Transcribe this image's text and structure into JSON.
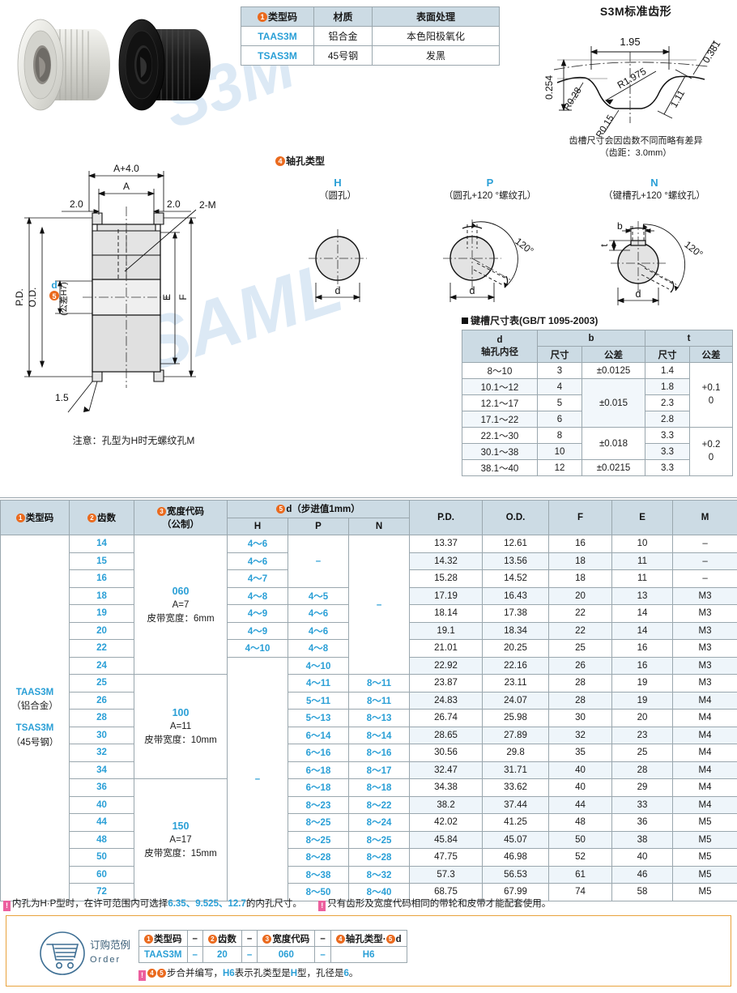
{
  "material_table": {
    "headers": [
      "类型码",
      "材质",
      "表面处理"
    ],
    "header_num": "1",
    "rows": [
      {
        "code": "TAAS3M",
        "material": "铝合金",
        "finish": "本色阳极氧化"
      },
      {
        "code": "TSAS3M",
        "material": "45号钢",
        "finish": "发黑"
      }
    ]
  },
  "tooth_profile": {
    "title": "S3M标准齿形",
    "dims": {
      "width": "1.95",
      "top_right": "0.381",
      "r_left": "R0.28",
      "r_main": "R1.975",
      "r_bottom": "R0.15",
      "flank": "1.11",
      "height": "0.254"
    },
    "note_line1": "齿槽尺寸会因齿数不同而略有差异",
    "note_line2": "（齿距：3.0mm）"
  },
  "section_view": {
    "dim_a_plus": "A+4.0",
    "dim_a": "A",
    "dim_left": "2.0",
    "dim_right": "2.0",
    "thread_label": "2-M",
    "pd": "P.D.",
    "od": "O.D.",
    "bore_num": "5",
    "bore_letter": "d",
    "bore_tol": "(公差H7)",
    "dim_e": "E",
    "dim_f": "F",
    "dim_chamfer": "1.5",
    "note": "注意：孔型为H时无螺纹孔M"
  },
  "bore_types": {
    "heading_num": "4",
    "heading": "轴孔类型",
    "types": [
      {
        "letter": "H",
        "desc": "（圆孔）",
        "d_label": "d"
      },
      {
        "letter": "P",
        "desc": "（圆孔+120 °螺纹孔）",
        "d_label": "d",
        "angle": "120"
      },
      {
        "letter": "N",
        "desc": "（键槽孔+120 °螺纹孔）",
        "d_label": "d",
        "angle": "120",
        "b_label": "b",
        "t_label": "t"
      }
    ]
  },
  "keyway_table": {
    "title": "键槽尺寸表(GB/T 1095-2003)",
    "group_headers": [
      "d",
      "b",
      "t"
    ],
    "sub_headers": [
      "轴孔内径",
      "尺寸",
      "公差",
      "尺寸",
      "公差"
    ],
    "rows": [
      {
        "d": "8～10",
        "b_size": "3",
        "b_tol": "±0.0125",
        "t_size": "1.4",
        "t_tol": "+0.1\n0"
      },
      {
        "d": "10.1～12",
        "b_size": "4",
        "b_tol": "±0.015",
        "t_size": "1.8",
        "t_tol": ""
      },
      {
        "d": "12.1～17",
        "b_size": "5",
        "b_tol": "",
        "t_size": "2.3",
        "t_tol": ""
      },
      {
        "d": "17.1～22",
        "b_size": "6",
        "b_tol": "",
        "t_size": "2.8",
        "t_tol": ""
      },
      {
        "d": "22.1～30",
        "b_size": "8",
        "b_tol": "±0.018",
        "t_size": "3.3",
        "t_tol": "+0.2\n0"
      },
      {
        "d": "30.1～38",
        "b_size": "10",
        "b_tol": "",
        "t_size": "3.3",
        "t_tol": ""
      },
      {
        "d": "38.1～40",
        "b_size": "12",
        "b_tol": "±0.0215",
        "t_size": "3.3",
        "t_tol": ""
      }
    ],
    "merged": {
      "b_tol_0": "±0.0125",
      "b_tol_1_3": "±0.015",
      "b_tol_4_5": "±0.018",
      "b_tol_6": "±0.0215",
      "t_tol_0_3": "+0.1\n0",
      "t_tol_4_6": "+0.2\n0"
    }
  },
  "spec_table": {
    "headers": {
      "type_code": "类型码",
      "type_code_num": "1",
      "teeth": "齿数",
      "teeth_num": "2",
      "width_code": "宽度代码",
      "width_code_sub": "（公制）",
      "width_code_num": "3",
      "bore_group": "d（步进值1mm）",
      "bore_group_num": "5",
      "bore_h": "H",
      "bore_p": "P",
      "bore_n": "N",
      "pd": "P.D.",
      "od": "O.D.",
      "f": "F",
      "e": "E",
      "m": "M"
    },
    "type_codes": [
      {
        "code": "TAAS3M",
        "material": "（铝合金）"
      },
      {
        "code": "TSAS3M",
        "material": "（45号钢）"
      }
    ],
    "width_codes": [
      {
        "code": "060",
        "a": "A=7",
        "belt": "皮带宽度：6mm"
      },
      {
        "code": "100",
        "a": "A=11",
        "belt": "皮带宽度：10mm"
      },
      {
        "code": "150",
        "a": "A=17",
        "belt": "皮带宽度：15mm"
      }
    ],
    "dash": "–",
    "rows": [
      {
        "teeth": "14",
        "h": "4～6",
        "p": "",
        "n": "",
        "pd": "13.37",
        "od": "12.61",
        "f": "16",
        "e": "10",
        "m": "–"
      },
      {
        "teeth": "15",
        "h": "4～6",
        "p": "",
        "n": "",
        "pd": "14.32",
        "od": "13.56",
        "f": "18",
        "e": "11",
        "m": "–"
      },
      {
        "teeth": "16",
        "h": "4～7",
        "p": "",
        "n": "",
        "pd": "15.28",
        "od": "14.52",
        "f": "18",
        "e": "11",
        "m": "–"
      },
      {
        "teeth": "18",
        "h": "4～8",
        "p": "4～5",
        "n": "",
        "pd": "17.19",
        "od": "16.43",
        "f": "20",
        "e": "13",
        "m": "M3"
      },
      {
        "teeth": "19",
        "h": "4～9",
        "p": "4～6",
        "n": "",
        "pd": "18.14",
        "od": "17.38",
        "f": "22",
        "e": "14",
        "m": "M3"
      },
      {
        "teeth": "20",
        "h": "4～9",
        "p": "4～6",
        "n": "",
        "pd": "19.1",
        "od": "18.34",
        "f": "22",
        "e": "14",
        "m": "M3"
      },
      {
        "teeth": "22",
        "h": "4～10",
        "p": "4～8",
        "n": "",
        "pd": "21.01",
        "od": "20.25",
        "f": "25",
        "e": "16",
        "m": "M3"
      },
      {
        "teeth": "24",
        "h": "",
        "p": "4～10",
        "n": "",
        "pd": "22.92",
        "od": "22.16",
        "f": "26",
        "e": "16",
        "m": "M3"
      },
      {
        "teeth": "25",
        "h": "",
        "p": "4～11",
        "n": "8～11",
        "pd": "23.87",
        "od": "23.11",
        "f": "28",
        "e": "19",
        "m": "M3"
      },
      {
        "teeth": "26",
        "h": "",
        "p": "5～11",
        "n": "8～11",
        "pd": "24.83",
        "od": "24.07",
        "f": "28",
        "e": "19",
        "m": "M4"
      },
      {
        "teeth": "28",
        "h": "",
        "p": "5～13",
        "n": "8～13",
        "pd": "26.74",
        "od": "25.98",
        "f": "30",
        "e": "20",
        "m": "M4"
      },
      {
        "teeth": "30",
        "h": "",
        "p": "6～14",
        "n": "8～14",
        "pd": "28.65",
        "od": "27.89",
        "f": "32",
        "e": "23",
        "m": "M4"
      },
      {
        "teeth": "32",
        "h": "",
        "p": "6～16",
        "n": "8～16",
        "pd": "30.56",
        "od": "29.8",
        "f": "35",
        "e": "25",
        "m": "M4"
      },
      {
        "teeth": "34",
        "h": "",
        "p": "6～18",
        "n": "8～17",
        "pd": "32.47",
        "od": "31.71",
        "f": "40",
        "e": "28",
        "m": "M4"
      },
      {
        "teeth": "36",
        "h": "",
        "p": "6～18",
        "n": "8～18",
        "pd": "34.38",
        "od": "33.62",
        "f": "40",
        "e": "29",
        "m": "M4"
      },
      {
        "teeth": "40",
        "h": "",
        "p": "8～23",
        "n": "8～22",
        "pd": "38.2",
        "od": "37.44",
        "f": "44",
        "e": "33",
        "m": "M4"
      },
      {
        "teeth": "44",
        "h": "",
        "p": "8～25",
        "n": "8～24",
        "pd": "42.02",
        "od": "41.25",
        "f": "48",
        "e": "36",
        "m": "M5"
      },
      {
        "teeth": "48",
        "h": "",
        "p": "8～25",
        "n": "8～25",
        "pd": "45.84",
        "od": "45.07",
        "f": "50",
        "e": "38",
        "m": "M5"
      },
      {
        "teeth": "50",
        "h": "",
        "p": "8～28",
        "n": "8～28",
        "pd": "47.75",
        "od": "46.98",
        "f": "52",
        "e": "40",
        "m": "M5"
      },
      {
        "teeth": "60",
        "h": "",
        "p": "8～38",
        "n": "8～32",
        "pd": "57.3",
        "od": "56.53",
        "f": "61",
        "e": "46",
        "m": "M5"
      },
      {
        "teeth": "72",
        "h": "",
        "p": "8～50",
        "n": "8～40",
        "pd": "68.75",
        "od": "67.99",
        "f": "74",
        "e": "58",
        "m": "M5"
      }
    ]
  },
  "footnotes": {
    "note1_pre": "内孔为H·P型时，在许可范围内可选择",
    "note1_vals": "6.35、9.525、12.7",
    "note1_post": "的内孔尺寸。",
    "note2": "只有齿形及宽度代码相同的带轮和皮带才能配套使用。"
  },
  "order": {
    "label_cn": "订购范例",
    "label_en": "Order",
    "headers": [
      "类型码",
      "齿数",
      "宽度代码",
      "轴孔类型·",
      "d"
    ],
    "header_nums": [
      "1",
      "2",
      "3",
      "4",
      "5"
    ],
    "sep": "–",
    "values": [
      "TAAS3M",
      "20",
      "060",
      "H6"
    ],
    "note_nums": [
      "4",
      "5"
    ],
    "note_pre": "步合并编写，",
    "note_code": "H6",
    "note_mid": "表示孔类型是",
    "note_h": "H",
    "note_mid2": "型，孔径是",
    "note_d": "6",
    "note_end": "。"
  }
}
